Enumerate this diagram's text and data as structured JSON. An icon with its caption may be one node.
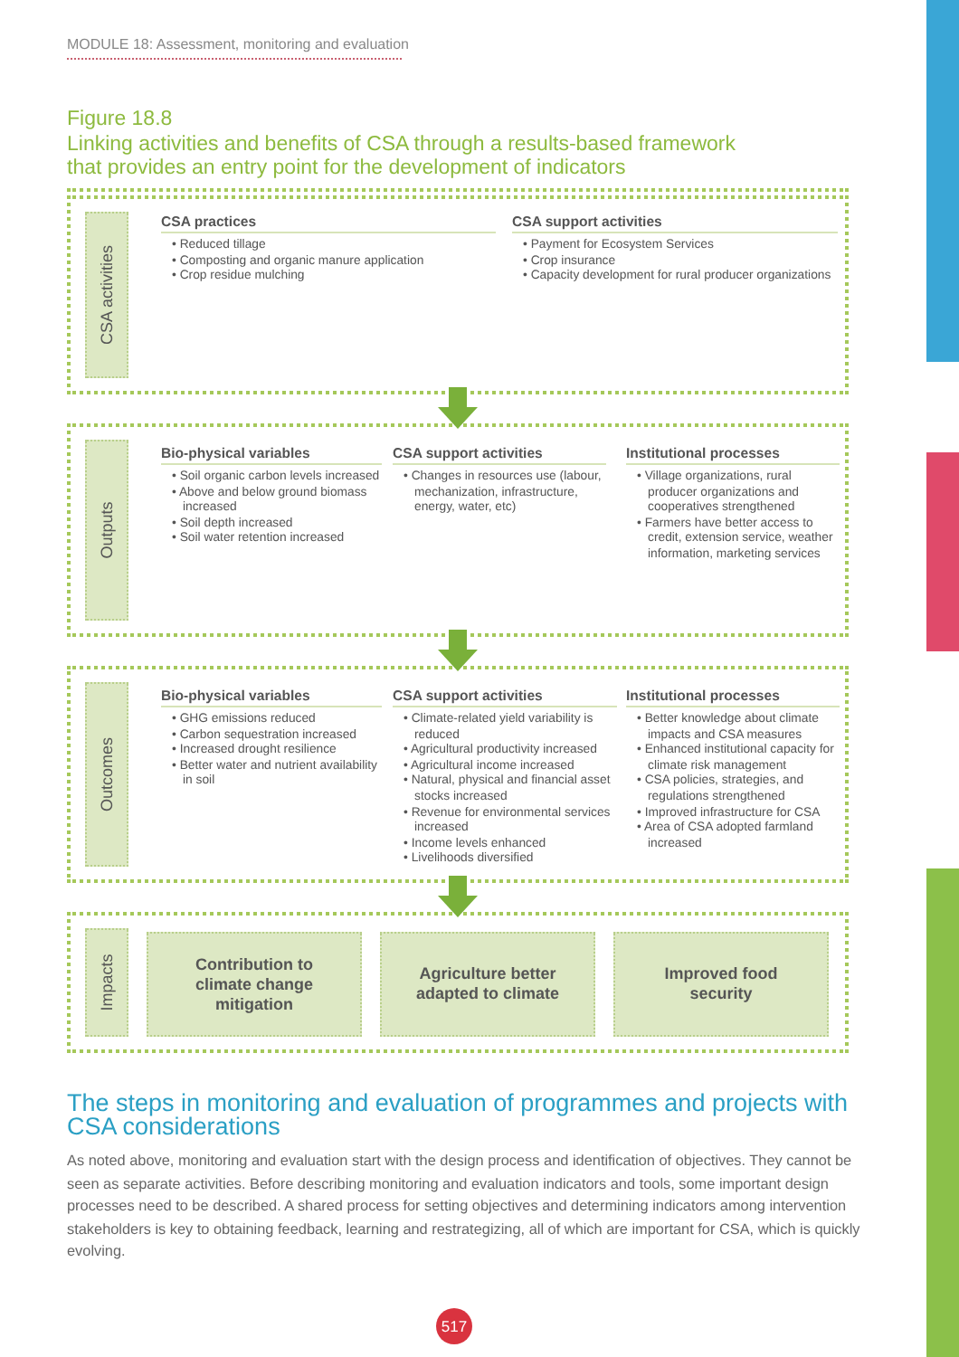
{
  "diagram": {
    "title": "Linking activities and benefits of CSA through a results-based framework that provides an entry point for the development of indicators",
    "nodes": [
      {
        "text": [
          "CSA activities"
        ]
      },
      {
        "text": [
          "CSA practices",
          "• Reduced tillage",
          "• Composting and organic manure application",
          "• Crop residue mulching"
        ],
        "in": 0
      },
      {
        "text": [
          "CSA support activities",
          "• Payment for Ecosystem Services",
          "• Crop insurance",
          "• Capacity development for rural producer organizations"
        ],
        "in": 0
      },
      {
        "text": [
          "Outputs"
        ]
      },
      {
        "text": [
          "Bio-physical variables",
          "• Soil organic carbon levels increased",
          "• Above and below ground biomass increased",
          "• Soil depth increased",
          "• Soil water retention increased"
        ],
        "in": 3
      },
      {
        "text": [
          "CSA support activities",
          "• Changes in resources use (labour, mechanization, infrastructure, energy, water, etc)"
        ],
        "in": 3
      },
      {
        "text": [
          "Institutional processes",
          "• Village organizations, rural producer organizations and cooperatives strengthened",
          "• Farmers have better access to credit, extension service, weather information, marketing services"
        ],
        "in": 3
      },
      {
        "text": [
          "Outcomes"
        ]
      },
      {
        "text": [
          "Bio-physical variables",
          "• GHG emissions reduced",
          "• Carbon sequestration increased",
          "• Increased drought resilience",
          "• Better water and nutrient availability in soil"
        ],
        "in": 7
      },
      {
        "text": [
          "CSA support activities",
          "• Climate-related yield variability is reduced",
          "• Agricultural productivity increased",
          "• Agricultural income increased",
          "• Natural, physical and financial asset stocks increased",
          "• Revenue for environmental services increased",
          "• Income levels enhanced",
          "• Livelihoods diversified"
        ],
        "in": 7
      },
      {
        "text": [
          "Institutional processes",
          "• Better knowledge about climate impacts and CSA measures",
          "• Enhanced institutional capacity for climate risk management",
          "• CSA policies, strategies, and regulations strengthened",
          "• Improved infrastructure for CSA",
          "• Area of CSA adopted farmland increased"
        ],
        "in": 7
      },
      {
        "text": [
          "Impacts"
        ]
      },
      {
        "text": [
          "Contribution to climate change mitigation"
        ],
        "in": 11
      },
      {
        "text": [
          "Agriculture better adapted to climate"
        ],
        "in": 11
      },
      {
        "text": [
          "Improved food security"
        ],
        "in": 11
      }
    ],
    "edges": [
      {
        "from": 0,
        "to": 3,
        "arrow": "to"
      },
      {
        "from": 3,
        "to": 7,
        "arrow": "to"
      },
      {
        "from": 7,
        "to": 11,
        "arrow": "to"
      }
    ],
    "labels": [
      "MODULE 18: Assessment, monitoring and evaluation",
      "Figure 18.8",
      "The steps in monitoring and evaluation of programmes and projects with CSA considerations",
      "As noted above, monitoring and evaluation start with the design process and identification of objectives. They cannot be seen as separate activities. Before describing monitoring and evaluation indicators and tools, some important design processes need to be described. A shared process for setting objectives and determining indicators among intervention stakeholders is key to obtaining feedback, learning and restrategizing, all of which are important for CSA, which is quickly evolving.",
      "517"
    ]
  }
}
